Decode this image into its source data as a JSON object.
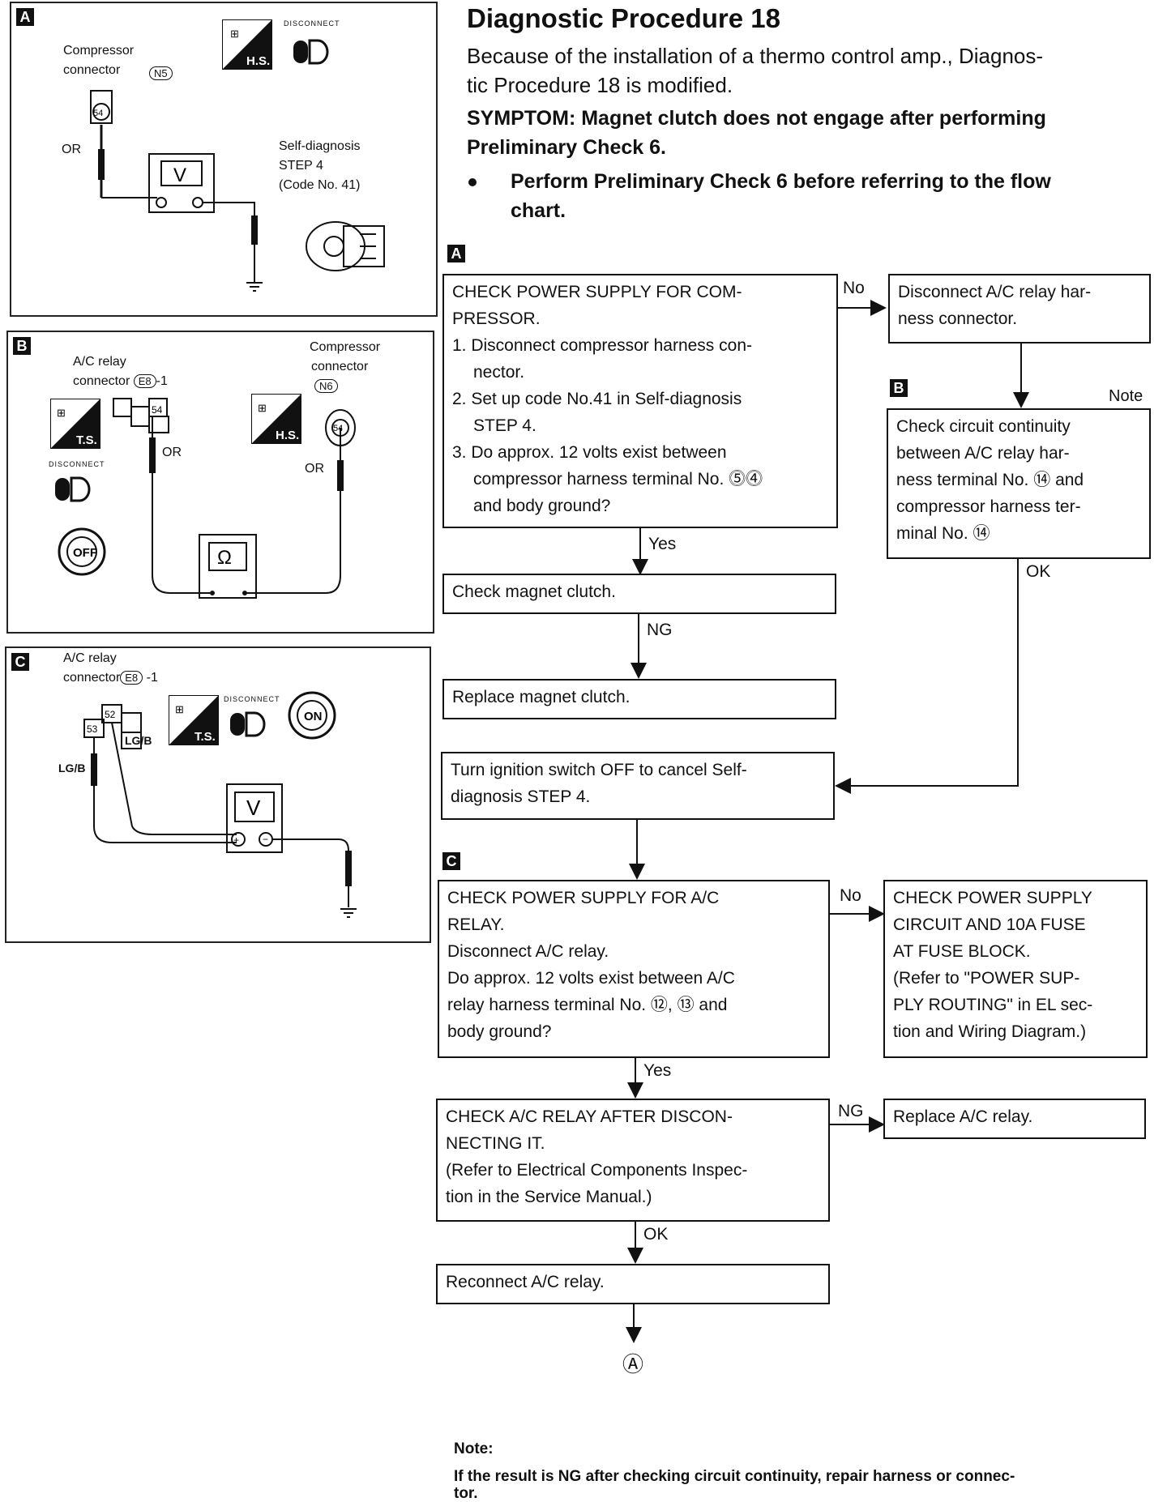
{
  "header": {
    "title": "Diagnostic Procedure 18",
    "intro_1": "Because of the installation of a thermo control amp., Diagnos-",
    "intro_2": "tic Procedure 18 is modified.",
    "symptom_1": "SYMPTOM: Magnet clutch does not engage after performing",
    "symptom_2": "Preliminary Check 6.",
    "bullet_1": "Perform Preliminary Check 6 before referring to the flow",
    "bullet_2": "chart."
  },
  "panels": {
    "a": {
      "letter": "A",
      "compressor_label_1": "Compressor",
      "compressor_label_2": "connector",
      "connector_code": "N5",
      "terminal": "54",
      "wire": "OR",
      "meter": "V",
      "self_diag_1": "Self-diagnosis",
      "self_diag_2": "STEP 4",
      "self_diag_3": "(Code No. 41)",
      "icon_hs": "H.S.",
      "icon_disconnect": "DISCONNECT"
    },
    "b": {
      "letter": "B",
      "relay_label_1": "A/C relay",
      "relay_label_2": "connector",
      "relay_code": "E8",
      "relay_suffix": "-1",
      "compressor_label_1": "Compressor",
      "compressor_label_2": "connector",
      "connector_code": "N6",
      "terminal": "54",
      "wire_left": "OR",
      "wire_right": "OR",
      "meter": "Ω",
      "icon_ts": "T.S.",
      "icon_hs": "H.S.",
      "icon_disconnect": "DISCONNECT",
      "icon_off": "OFF"
    },
    "c": {
      "letter": "C",
      "relay_label_1": "A/C relay",
      "relay_label_2": "connector",
      "relay_code": "E8",
      "relay_suffix": "-1",
      "terminal_1": "52",
      "terminal_2": "53",
      "wire_left": "LG/B",
      "wire_right": "LG/B",
      "meter": "V",
      "icon_ts": "T.S.",
      "icon_disconnect": "DISCONNECT",
      "icon_on": "ON"
    }
  },
  "flow": {
    "section_a": "A",
    "section_b": "B",
    "section_c": "C",
    "box1": [
      "CHECK POWER SUPPLY FOR COM-",
      "PRESSOR.",
      "1. Disconnect compressor harness con-",
      "nector.",
      "2. Set up code No.41 in Self-diagnosis",
      "STEP 4.",
      "3. Do approx. 12 volts exist between",
      "compressor harness terminal No. ⓹⓸",
      "and body ground?"
    ],
    "box_disconnect": [
      "Disconnect A/C relay har-",
      "ness connector."
    ],
    "note_label": "Note",
    "box_continuity": [
      "Check circuit continuity",
      "between A/C relay har-",
      "ness terminal No. ⑭ and",
      "compressor harness ter-",
      "minal No. ⑭"
    ],
    "box_check_clutch": "Check magnet clutch.",
    "box_replace_clutch": "Replace magnet clutch.",
    "box_turn_off": [
      "Turn ignition switch OFF to cancel Self-",
      "diagnosis STEP 4."
    ],
    "box_relay_power": [
      "CHECK POWER SUPPLY FOR A/C",
      "RELAY.",
      "Disconnect A/C relay.",
      "Do approx. 12 volts exist between A/C",
      "relay harness terminal No. ⑫, ⑬ and",
      "body ground?"
    ],
    "box_power_circuit": [
      "CHECK POWER SUPPLY",
      "CIRCUIT AND 10A FUSE",
      "AT FUSE BLOCK.",
      "(Refer to \"POWER SUP-",
      "PLY ROUTING\" in EL sec-",
      "tion and Wiring Diagram.)"
    ],
    "box_relay_check": [
      "CHECK A/C RELAY AFTER DISCON-",
      "NECTING IT.",
      "(Refer to Electrical Components Inspec-",
      "tion in the Service Manual.)"
    ],
    "box_replace_relay": "Replace A/C relay.",
    "box_reconnect": "Reconnect A/C relay.",
    "end_marker": "Ⓐ",
    "labels": {
      "no_1": "No",
      "yes_1": "Yes",
      "ng_1": "NG",
      "ok_1": "OK",
      "no_2": "No",
      "yes_2": "Yes",
      "ng_2": "NG",
      "ok_2": "OK"
    }
  },
  "footer": {
    "note_title": "Note:",
    "note_1": "If the result is NG after checking circuit continuity, repair harness or connec-",
    "note_2": "tor."
  }
}
